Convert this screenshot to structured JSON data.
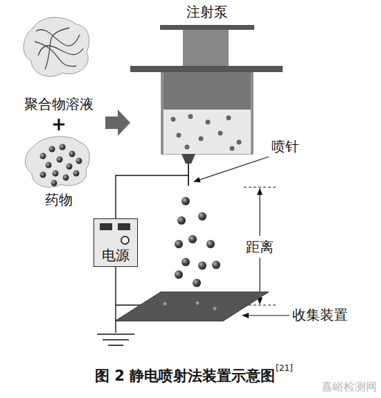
{
  "diagram": {
    "caption": "图 2 静电喷射法装置示意图",
    "nodes": [
      {
        "text": [
          "注射泵"
        ]
      },
      {
        "text": [
          "聚合物溶液"
        ]
      },
      {
        "text": [
          "药物"
        ]
      },
      {
        "text": [
          "电源"
        ]
      }
    ],
    "labels": [
      "+",
      "喷针",
      "距离",
      "收集装置",
      "[21]",
      "嘉峪检测网"
    ]
  }
}
